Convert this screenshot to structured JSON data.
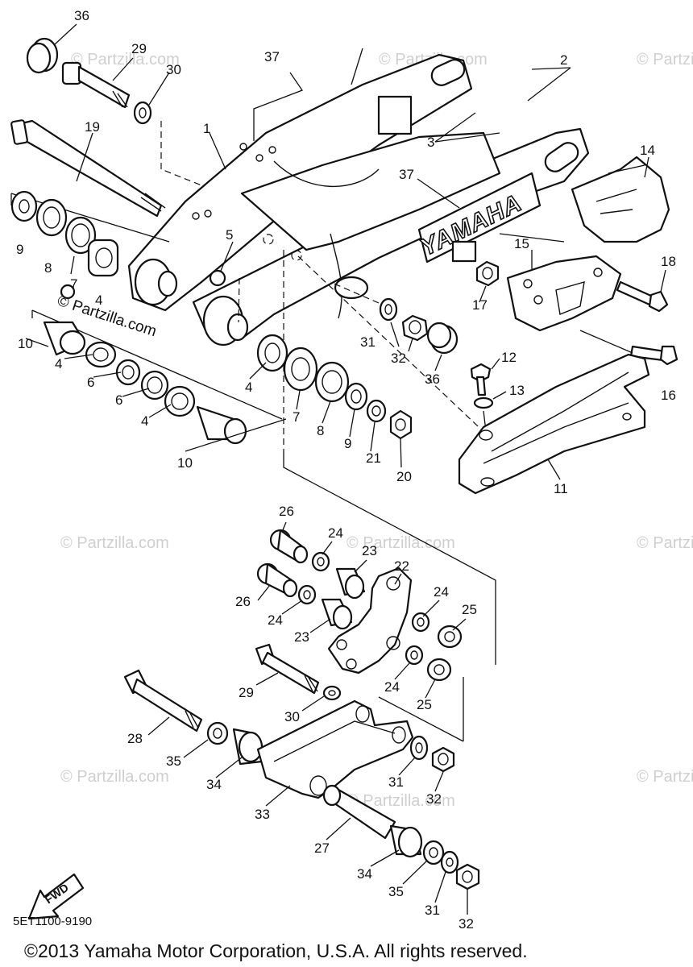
{
  "watermark": "© Partzilla.com",
  "brand_text": "YAMAHA",
  "fwd_label": "FWD",
  "diagram_code": "5ET1100-9190",
  "copyright": "©2013 Yamaha Motor Corporation, U.S.A. All rights reserved.",
  "callouts": {
    "c36a": "36",
    "c29a": "29",
    "c30a": "30",
    "c37a": "37",
    "c2": "2",
    "c3": "3",
    "c19": "19",
    "c1": "1",
    "c37b": "37",
    "c14": "14",
    "c9a": "9",
    "c8a": "8",
    "c5": "5",
    "c7a": "7",
    "c4a": "4",
    "c15": "15",
    "c18": "18",
    "c17": "17",
    "c31a": "31",
    "c32a": "32",
    "c36b": "36",
    "c12": "12",
    "c10a": "10",
    "c4b": "4",
    "c6a": "6",
    "c6b": "6",
    "c4c": "4",
    "c4d": "4",
    "c13": "13",
    "c16": "16",
    "c7b": "7",
    "c8b": "8",
    "c9b": "9",
    "c21": "21",
    "c20": "20",
    "c10b": "10",
    "c11": "11",
    "c26a": "26",
    "c24a": "24",
    "c23a": "23",
    "c22": "22",
    "c26b": "26",
    "c24b": "24",
    "c24c": "24",
    "c25a": "25",
    "c23b": "23",
    "c24d": "24",
    "c25b": "25",
    "c29b": "29",
    "c30b": "30",
    "c28": "28",
    "c35a": "35",
    "c34a": "34",
    "c31b": "31",
    "c32b": "32",
    "c33": "33",
    "c27": "27",
    "c34b": "34",
    "c35b": "35",
    "c31c": "31",
    "c32c": "32"
  }
}
